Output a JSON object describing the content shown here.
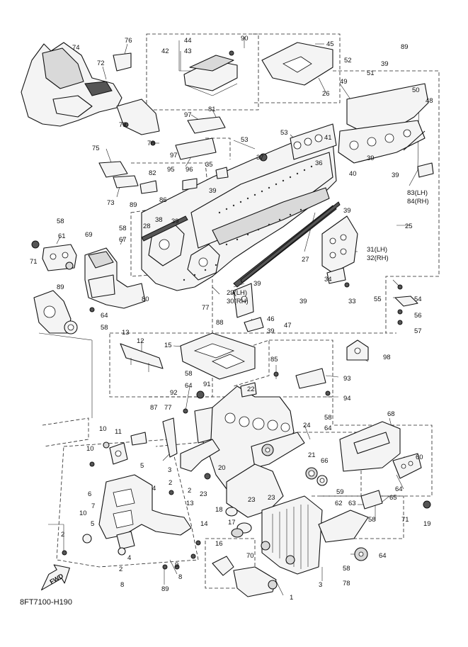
{
  "diagram_code": "8FT7100-H190",
  "fwd_label": "FWD",
  "callouts": [
    "74",
    "76",
    "72",
    "90",
    "44",
    "42",
    "43",
    "45",
    "26",
    "52",
    "39",
    "89",
    "51",
    "49",
    "50",
    "48",
    "97",
    "81",
    "79",
    "78",
    "75",
    "73",
    "97",
    "96",
    "82",
    "95",
    "35",
    "39",
    "89",
    "86",
    "53",
    "37",
    "53",
    "41",
    "36",
    "39",
    "40",
    "39",
    "39",
    "83(LH)",
    "84(RH)",
    "58",
    "61",
    "71",
    "69",
    "58",
    "67",
    "28",
    "38",
    "39",
    "25",
    "31(LH)",
    "32(RH)",
    "27",
    "34",
    "33",
    "55",
    "54",
    "56",
    "57",
    "89",
    "64",
    "58",
    "77",
    "88",
    "39",
    "29(LH)",
    "30(RH)",
    "39",
    "46",
    "47",
    "39",
    "80",
    "13",
    "12",
    "15",
    "98",
    "58",
    "64",
    "92",
    "91",
    "22",
    "85",
    "93",
    "94",
    "87",
    "77",
    "24",
    "68",
    "58",
    "64",
    "10",
    "11",
    "10",
    "5",
    "6",
    "7",
    "5",
    "10",
    "2",
    "3",
    "2",
    "4",
    "2",
    "13",
    "14",
    "23",
    "20",
    "21",
    "66",
    "60",
    "64",
    "59",
    "62",
    "63",
    "65",
    "58",
    "71",
    "19",
    "18",
    "17",
    "16",
    "23",
    "23",
    "70",
    "64",
    "58",
    "78",
    "3",
    "4",
    "2",
    "8",
    "9",
    "8",
    "89",
    "1"
  ],
  "icons": [
    "fwd-arrow-icon"
  ]
}
